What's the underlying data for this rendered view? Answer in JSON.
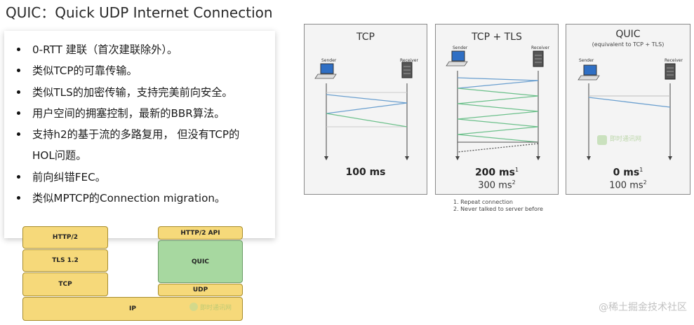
{
  "title": "QUIC：Quick UDP Internet Connection",
  "bullets": [
    "0-RTT 建联（首次建联除外）。",
    "类似TCP的可靠传输。",
    "类似TLS的加密传输，支持完美前向安全。",
    "用户空间的拥塞控制，最新的BBR算法。",
    "支持h2的基于流的多路复用， 但没有TCP的",
    "HOL问题。",
    "前向纠错FEC。",
    "类似MPTCP的Connection migration。"
  ],
  "stack": {
    "left": {
      "http2": "HTTP/2",
      "tls": "TLS 1.2",
      "tcp": "TCP"
    },
    "right": {
      "http2_api": "HTTP/2 API",
      "quic": "QUIC",
      "udp": "UDP"
    },
    "ip": "IP"
  },
  "panels": [
    {
      "title": "TCP",
      "subtitle": "",
      "sender": "Sender",
      "receiver": "Receiver",
      "latency_main": "100 ms",
      "latency_main_sup": "",
      "latency_sub": "",
      "latency_sub_sup": ""
    },
    {
      "title": "TCP + TLS",
      "subtitle": "",
      "sender": "Sender",
      "receiver": "Receiver",
      "latency_main": "200 ms",
      "latency_main_sup": "1",
      "latency_sub": "300 ms",
      "latency_sub_sup": "2"
    },
    {
      "title": "QUIC",
      "subtitle": "(equivalent to TCP + TLS)",
      "sender": "Sender",
      "receiver": "Receiver",
      "latency_main": "0 ms",
      "latency_main_sup": "1",
      "latency_sub": "100 ms",
      "latency_sub_sup": "2"
    }
  ],
  "footnotes": [
    "1. Repeat connection",
    "2. Never talked to server before"
  ],
  "watermark_text": "即时通讯网",
  "credit": "@稀土掘金技术社区",
  "colors": {
    "stack_yellow": "#f6d97a",
    "quic_green": "#a7d8a0",
    "arrow_blue": "#6a9fcf",
    "arrow_green": "#6cc08b",
    "dotted_arrow": "#555555"
  }
}
